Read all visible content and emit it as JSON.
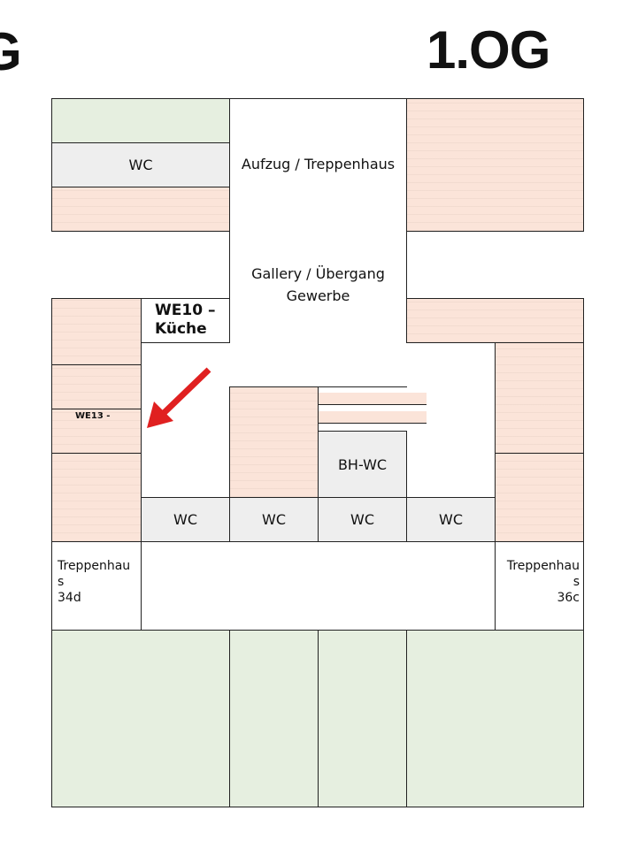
{
  "header": {
    "floor_title": "1.OG",
    "left_cut_text": "G"
  },
  "rooms": {
    "wc_top": "WC",
    "elevator": "Aufzug / Treppenhaus",
    "gallery_line1": "Gallery / Übergang",
    "gallery_line2": "Gewerbe",
    "we10_line1": "WE10 –",
    "we10_line2": "Küche",
    "we13": "WE13 -",
    "bh_wc": "BH-WC",
    "wc_row": [
      "WC",
      "WC",
      "WC",
      "WC"
    ],
    "stair_left": [
      "Treppenhau",
      "s",
      "34d"
    ],
    "stair_right": [
      "Treppenhau",
      "s",
      "36c"
    ]
  },
  "colors": {
    "peach": "#fbe4d9",
    "green": "#e6efe0",
    "grey": "#eeeeee",
    "arrow": "#e02020"
  }
}
